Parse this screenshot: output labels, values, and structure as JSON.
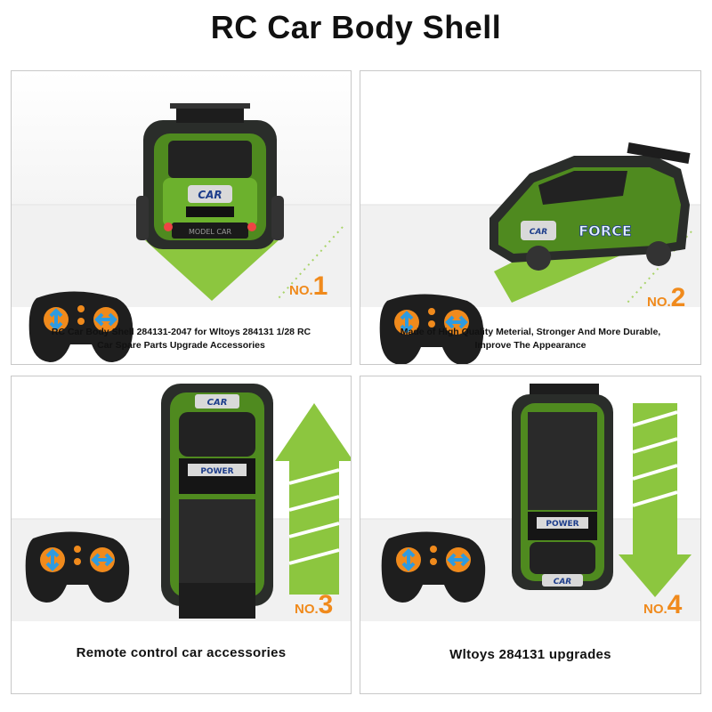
{
  "page": {
    "title": "RC Car Body Shell"
  },
  "panels": [
    {
      "badge_prefix": "NO.",
      "badge_number": "1",
      "caption": "RC Car Body Shell 284131-2047 for Wltoys 284131 1/28 RC Car Spare Parts Upgrade Accessories",
      "car_logo": "CAR",
      "car_plate": "MODEL CAR"
    },
    {
      "badge_prefix": "NO.",
      "badge_number": "2",
      "caption": "Made of High Quality Meterial, Stronger And More Durable, Improve The Appearance",
      "car_logo": "CAR",
      "car_side_text": "FORCE"
    },
    {
      "badge_prefix": "NO.",
      "badge_number": "3",
      "caption": "Remote control car accessories",
      "car_logo": "CAR",
      "car_power": "POWER"
    },
    {
      "badge_prefix": "NO.",
      "badge_number": "4",
      "caption": "Wltoys 284131 upgrades",
      "car_logo": "CAR",
      "car_power": "POWER"
    }
  ],
  "colors": {
    "accent_orange": "#f08a1c",
    "arrow_green": "#8cc63f",
    "body_green": "#4f8a1f",
    "controller_black": "#1e1e1e",
    "joystick_blue": "#2f9be0"
  }
}
